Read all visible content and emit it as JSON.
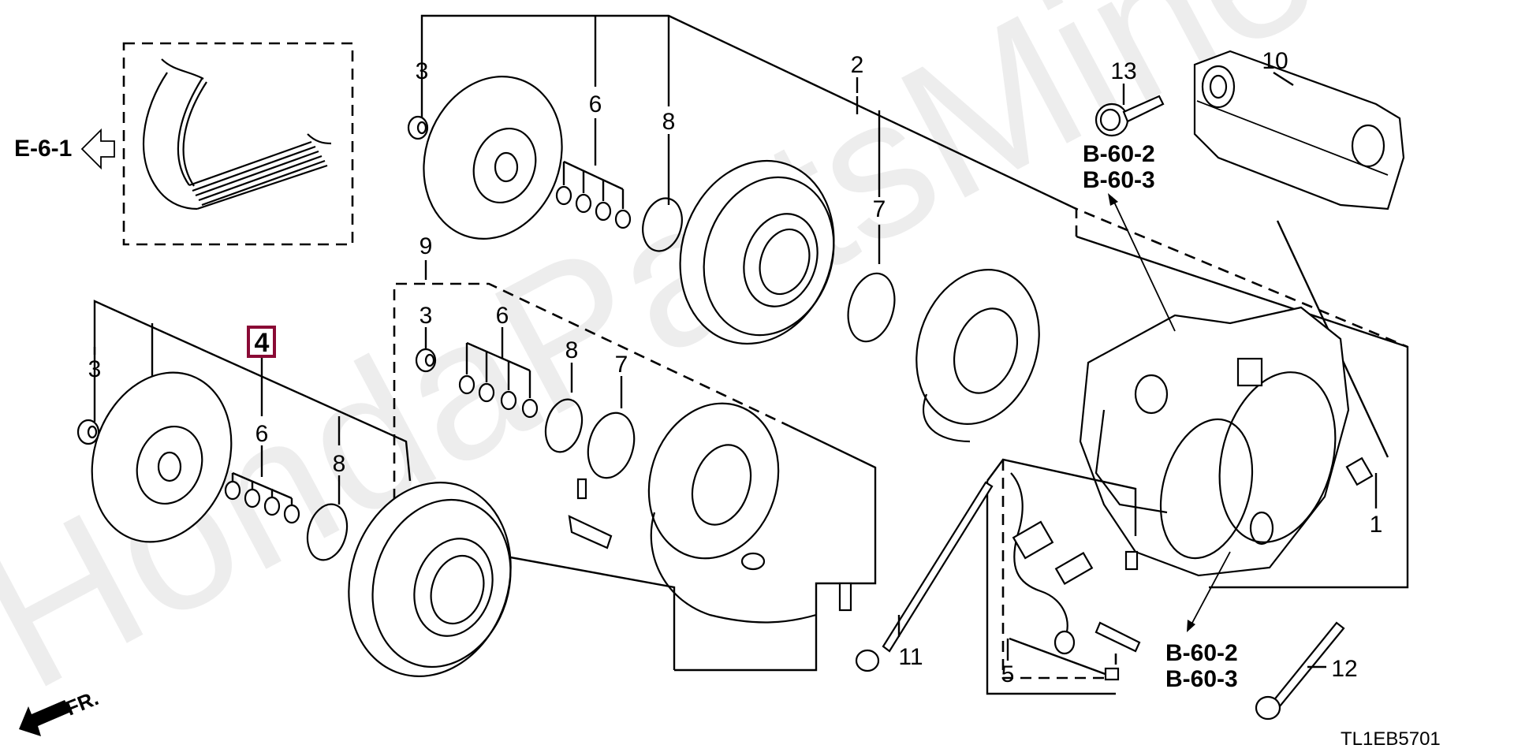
{
  "diagram": {
    "title_code": "TL1EB5701",
    "watermark": "HondaPartsMine.ru",
    "orientation_label": "FR.",
    "highlighted_callout": "4",
    "highlight_color": "#8a0a35",
    "references": [
      {
        "id": "ref-e-6-1",
        "text": "E-6-1"
      },
      {
        "id": "ref-b-60-2-top",
        "text": "B-60-2"
      },
      {
        "id": "ref-b-60-3-top",
        "text": "B-60-3"
      },
      {
        "id": "ref-b-60-2-bottom",
        "text": "B-60-2"
      },
      {
        "id": "ref-b-60-3-bottom",
        "text": "B-60-3"
      }
    ],
    "callouts": {
      "c1": "1",
      "c2": "2",
      "c3_top": "3",
      "c3_mid": "3",
      "c3_left": "3",
      "c4": "4",
      "c5": "5",
      "c6_top": "6",
      "c6_mid": "6",
      "c6_left": "6",
      "c7_top": "7",
      "c7_mid": "7",
      "c8_top": "8",
      "c8_mid": "8",
      "c8_left": "8",
      "c9": "9",
      "c10": "10",
      "c11": "11",
      "c12": "12",
      "c13": "13"
    }
  }
}
